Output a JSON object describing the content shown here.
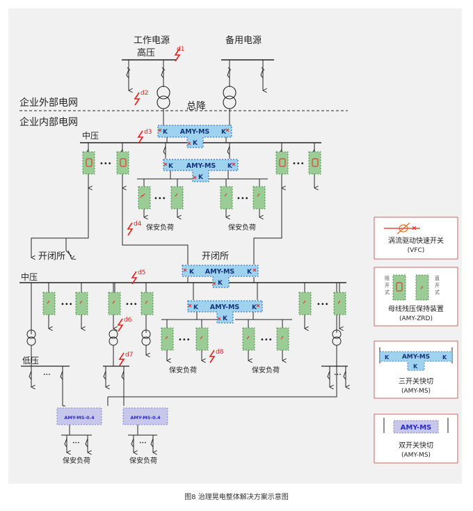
{
  "colors": {
    "line": "#222222",
    "fault": "#e0201c",
    "ms_fill": "#9fd2ef",
    "ms_border": "#1d67b8",
    "ms_text": "#13357a",
    "zrd_fill": "#9ccc96",
    "zrd_border": "#2e7d32",
    "small_ms_fill": "#c7c7ec",
    "small_ms_text": "#2a2ac8",
    "legend_border": "#c04040"
  },
  "labels": {
    "work_power": "工作电源",
    "high_voltage": "高压",
    "backup_power": "备用电源",
    "external_grid": "企业外部电网",
    "internal_grid": "企业内部电网",
    "main_sub": "总降",
    "mid_voltage_1": "中压",
    "mid_voltage_2": "中压",
    "low_voltage": "低压",
    "switch_station_left": "开闭所",
    "switch_station_right": "开闭所",
    "k": "K",
    "ellipsis": "•••",
    "small_ellipsis": "•••",
    "ms": "AMY-MS",
    "ms04": "AMY-MS-0.4"
  },
  "security_loads": [
    "保安负荷",
    "保安负荷",
    "保安负荷",
    "保安负荷",
    "保安负荷",
    "保安负荷"
  ],
  "faults": [
    "d1",
    "d2",
    "d3",
    "d4",
    "d5",
    "d6",
    "d7",
    "d8"
  ],
  "legend": {
    "vfc_title": "涡流驱动快速开关",
    "vfc_code": "(VFC)",
    "zrd_left": [
      "阻",
      "开",
      "式"
    ],
    "zrd_right": [
      "直",
      "开",
      "式"
    ],
    "zrd_title": "母线残压保持装置",
    "zrd_code": "(AMY-ZRD)",
    "ms3_title": "三开关快切",
    "ms3_code": "(AMY-MS)",
    "ms2_title": "双开关快切",
    "ms2_code": "(AMY-MS)"
  },
  "caption": "图8 治理晃电整体解决方案示意图"
}
